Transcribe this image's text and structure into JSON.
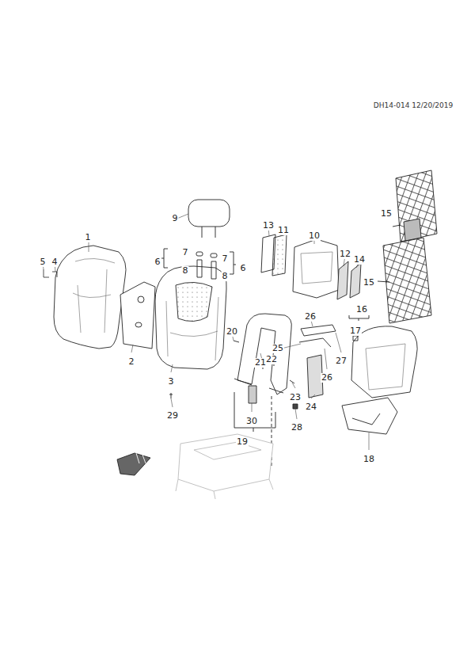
{
  "diagram": {
    "labels": [
      "DH14-014 12/20/2019",
      "1",
      "2",
      "3",
      "4",
      "5",
      "6",
      "6",
      "7",
      "7",
      "8",
      "8",
      "9",
      "10",
      "11",
      "12",
      "13",
      "14",
      "15",
      "15",
      "16",
      "17",
      "18",
      "19",
      "20",
      "21",
      "22",
      "23",
      "24",
      "25",
      "26",
      "26",
      "27",
      "28",
      "29",
      "30"
    ]
  }
}
